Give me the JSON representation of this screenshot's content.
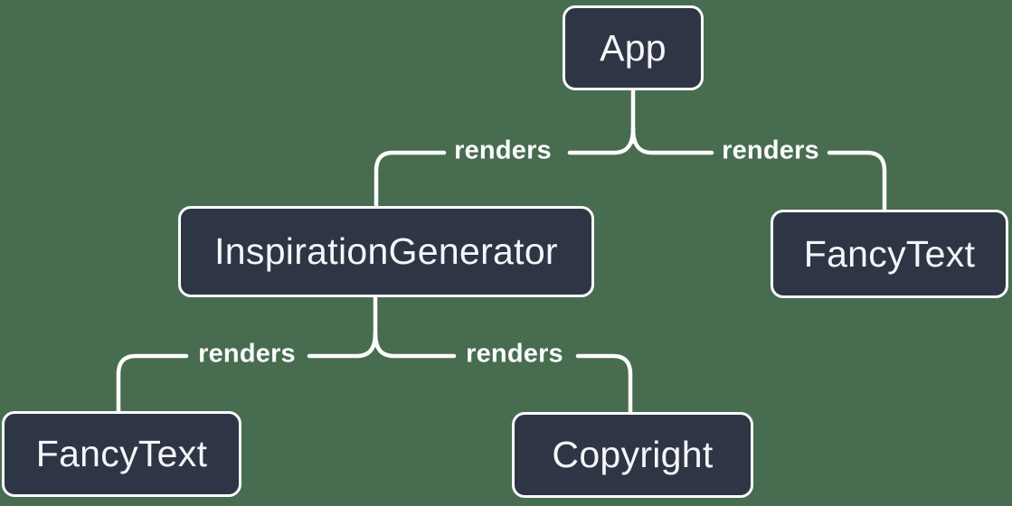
{
  "diagram": {
    "title": "react-render-tree",
    "colors": {
      "background": "#486C4F",
      "node_fill": "#2E3646",
      "node_border": "#FBFCFE",
      "node_text": "#F5F6F8",
      "edge_line": "#FBFCFE",
      "edge_label_text": "#FBFCFE"
    },
    "nodes": [
      {
        "id": "app",
        "label": "App"
      },
      {
        "id": "inspiration-generator",
        "label": "InspirationGenerator"
      },
      {
        "id": "fancy-text-top",
        "label": "FancyText"
      },
      {
        "id": "fancy-text-bottom",
        "label": "FancyText"
      },
      {
        "id": "copyright",
        "label": "Copyright"
      }
    ],
    "edges": [
      {
        "from": "App",
        "to": "InspirationGenerator",
        "label": "renders"
      },
      {
        "from": "App",
        "to": "FancyText",
        "label": "renders"
      },
      {
        "from": "InspirationGenerator",
        "to": "FancyText",
        "label": "renders"
      },
      {
        "from": "InspirationGenerator",
        "to": "Copyright",
        "label": "renders"
      }
    ]
  }
}
